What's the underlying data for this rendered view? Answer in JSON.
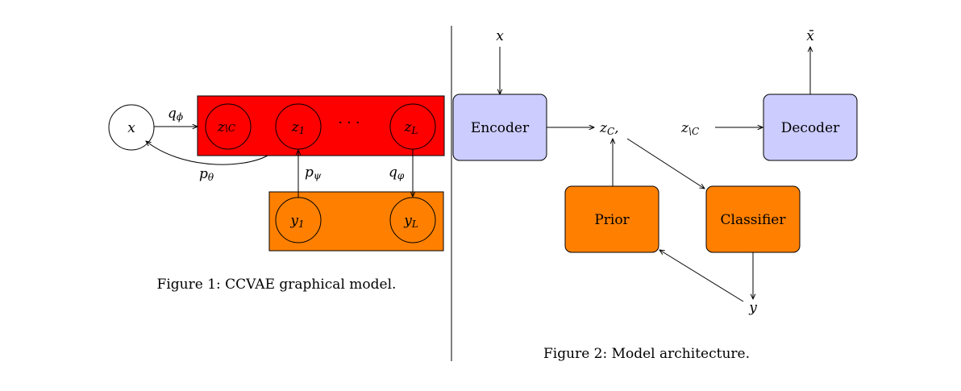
{
  "figure1": {
    "caption": "Figure 1: CCVAE graphical model.",
    "nodes": {
      "x": "x",
      "z_not_c": {
        "base": "z",
        "sub": "\\C"
      },
      "z1": {
        "base": "z",
        "sub": "1"
      },
      "dots": "· · ·",
      "zL": {
        "base": "z",
        "sub": "L"
      },
      "y1": {
        "base": "y",
        "sub": "1"
      },
      "yL": {
        "base": "y",
        "sub": "L"
      }
    },
    "edge_labels": {
      "q_phi": {
        "base": "q",
        "sub": "ϕ"
      },
      "p_theta": {
        "base": "p",
        "sub": "θ"
      },
      "p_psi": {
        "base": "p",
        "sub": "ψ"
      },
      "q_varphi": {
        "base": "q",
        "sub": "φ"
      }
    }
  },
  "figure2": {
    "caption": "Figure 2: Model architecture.",
    "input_x": "x",
    "output_xbar": "x̄",
    "blocks": {
      "encoder": "Encoder",
      "decoder": "Decoder",
      "prior": "Prior",
      "classifier": "Classifier"
    },
    "zc": {
      "base": "z",
      "sub": "C",
      "suffix": ","
    },
    "z_not_c": {
      "base": "z",
      "sub": "\\C"
    },
    "y": "y"
  },
  "colors": {
    "latent_box": "#ff0000",
    "label_box": "#ff8000",
    "blue_block": "#ccccff",
    "orange_block": "#ff8000",
    "stroke": "#000000"
  }
}
